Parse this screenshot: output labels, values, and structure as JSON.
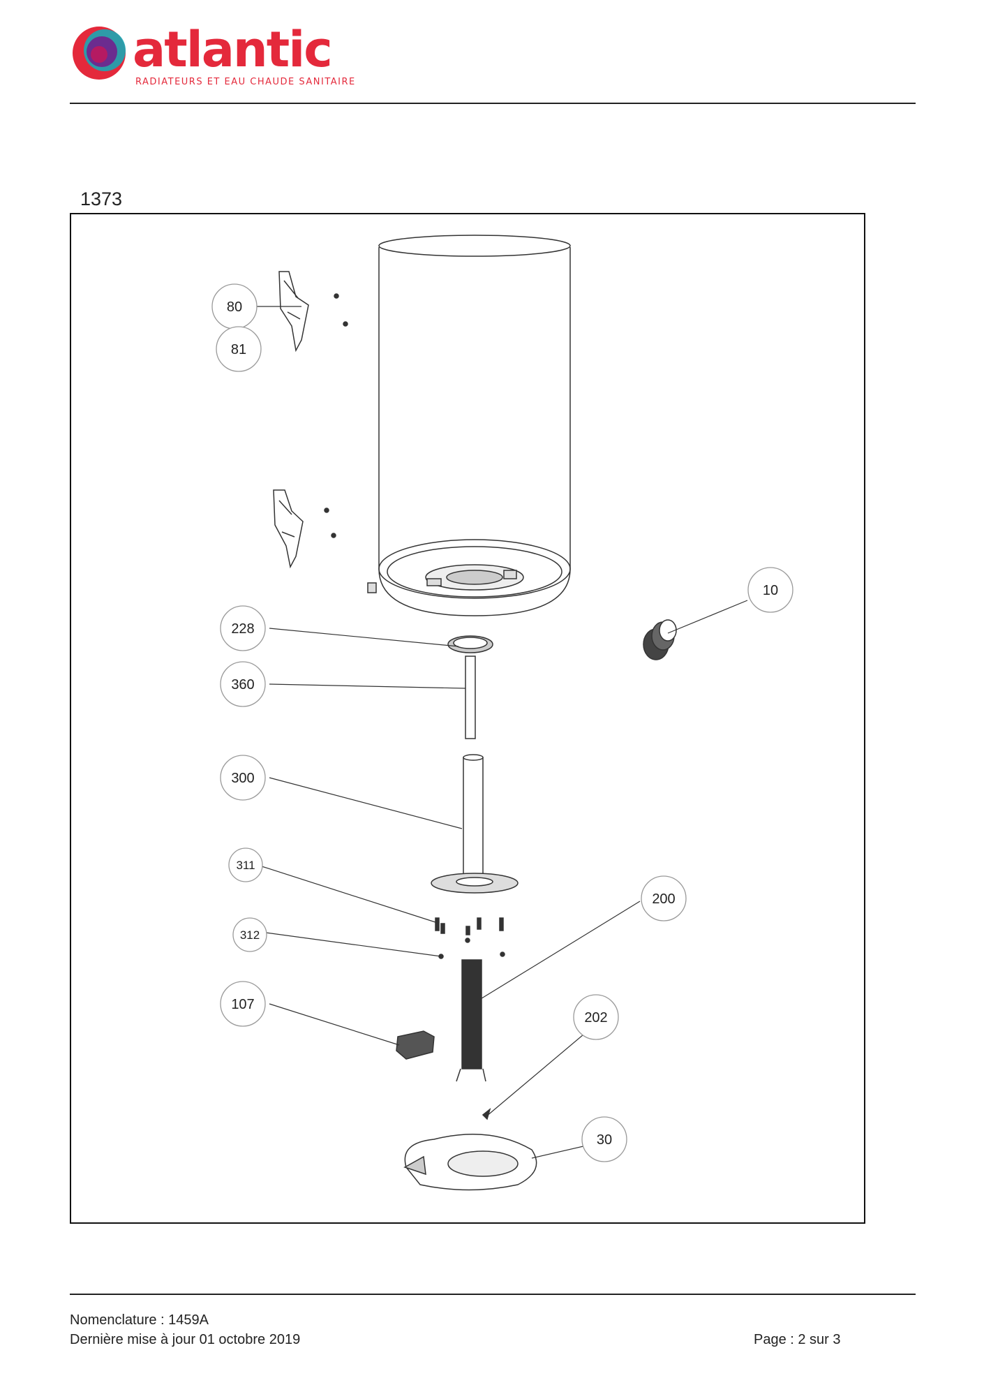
{
  "header": {
    "brand": "atlantic",
    "tagline": "RADIATEURS ET EAU CHAUDE SANITAIRE"
  },
  "model_number": "1373",
  "diagram": {
    "callouts": [
      "80",
      "81",
      "10",
      "228",
      "360",
      "300",
      "311",
      "312",
      "200",
      "107",
      "202",
      "30"
    ]
  },
  "footer": {
    "nomenclature": "Nomenclature : 1459A",
    "updated": "Dernière mise à jour 01 octobre 2019",
    "page": "Page : 2 sur 3"
  }
}
